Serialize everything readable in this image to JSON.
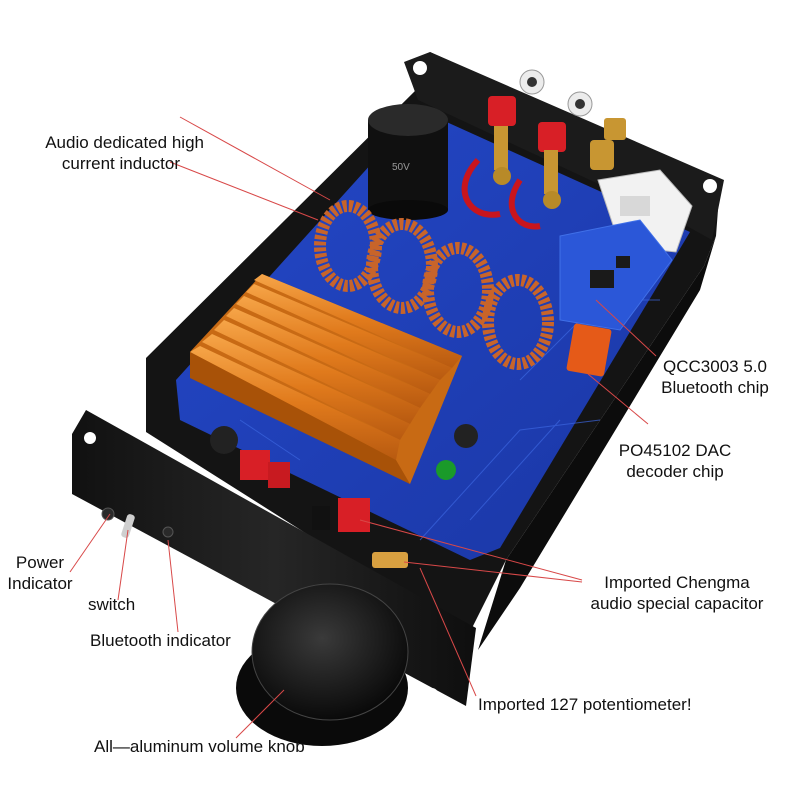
{
  "callouts": {
    "inductor": [
      "Audio dedicated high",
      "current inductor"
    ],
    "bluetooth_chip": [
      "QCC3003 5.0",
      "Bluetooth chip"
    ],
    "dac": [
      "PO45102 DAC",
      "decoder chip"
    ],
    "capacitor": [
      "Imported Chengma",
      "audio special capacitor"
    ],
    "potentiometer": "Imported 127 potentiometer!",
    "power_indicator": [
      "Power",
      "Indicator"
    ],
    "switch": "switch",
    "bluetooth_indicator": "Bluetooth indicator",
    "volume_knob": "All—aluminum volume knob"
  },
  "colors": {
    "pcb": "#1d3fb8",
    "chassis": "#161616",
    "heatsink": "#e07a1c",
    "copper": "#c8642a",
    "callout_line": "#d84848",
    "red_terminal": "#d81f26"
  },
  "capacitor_print": "50V"
}
